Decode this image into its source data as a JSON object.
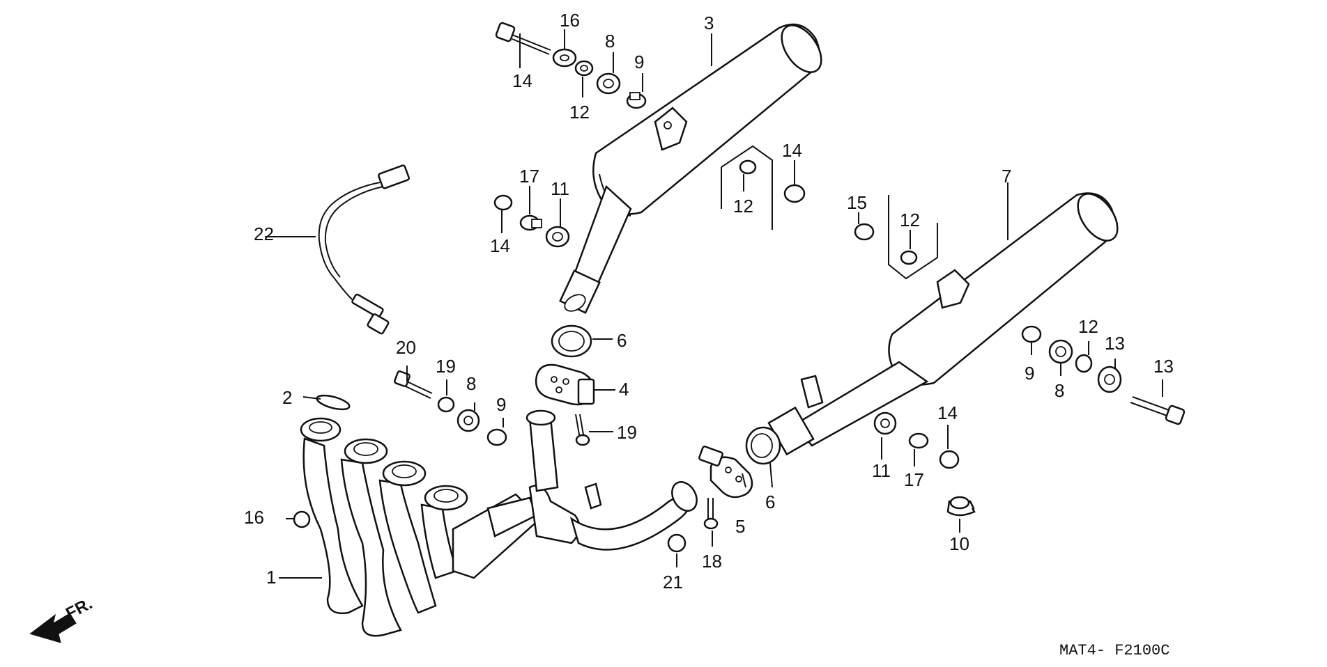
{
  "diagram": {
    "code": "MAT4- F2100C",
    "front_label": "FR.",
    "callouts": [
      {
        "id": "c1",
        "text": "1"
      },
      {
        "id": "c2",
        "text": "2"
      },
      {
        "id": "c3",
        "text": "3"
      },
      {
        "id": "c4",
        "text": "4"
      },
      {
        "id": "c5",
        "text": "5"
      },
      {
        "id": "c6a",
        "text": "6"
      },
      {
        "id": "c6b",
        "text": "6"
      },
      {
        "id": "c7",
        "text": "7"
      },
      {
        "id": "c8a",
        "text": "8"
      },
      {
        "id": "c8b",
        "text": "8"
      },
      {
        "id": "c8c",
        "text": "8"
      },
      {
        "id": "c9a",
        "text": "9"
      },
      {
        "id": "c9b",
        "text": "9"
      },
      {
        "id": "c9c",
        "text": "9"
      },
      {
        "id": "c10",
        "text": "10"
      },
      {
        "id": "c11a",
        "text": "11"
      },
      {
        "id": "c11b",
        "text": "11"
      },
      {
        "id": "c12a",
        "text": "12"
      },
      {
        "id": "c12b",
        "text": "12"
      },
      {
        "id": "c12c",
        "text": "12"
      },
      {
        "id": "c12d",
        "text": "12"
      },
      {
        "id": "c13a",
        "text": "13"
      },
      {
        "id": "c13b",
        "text": "13"
      },
      {
        "id": "c14a",
        "text": "14"
      },
      {
        "id": "c14b",
        "text": "14"
      },
      {
        "id": "c14c",
        "text": "14"
      },
      {
        "id": "c14d",
        "text": "14"
      },
      {
        "id": "c15",
        "text": "15"
      },
      {
        "id": "c16a",
        "text": "16"
      },
      {
        "id": "c16b",
        "text": "16"
      },
      {
        "id": "c17a",
        "text": "17"
      },
      {
        "id": "c17b",
        "text": "17"
      },
      {
        "id": "c18",
        "text": "18"
      },
      {
        "id": "c19a",
        "text": "19"
      },
      {
        "id": "c19b",
        "text": "19"
      },
      {
        "id": "c20",
        "text": "20"
      },
      {
        "id": "c21",
        "text": "21"
      },
      {
        "id": "c22",
        "text": "22"
      }
    ]
  }
}
